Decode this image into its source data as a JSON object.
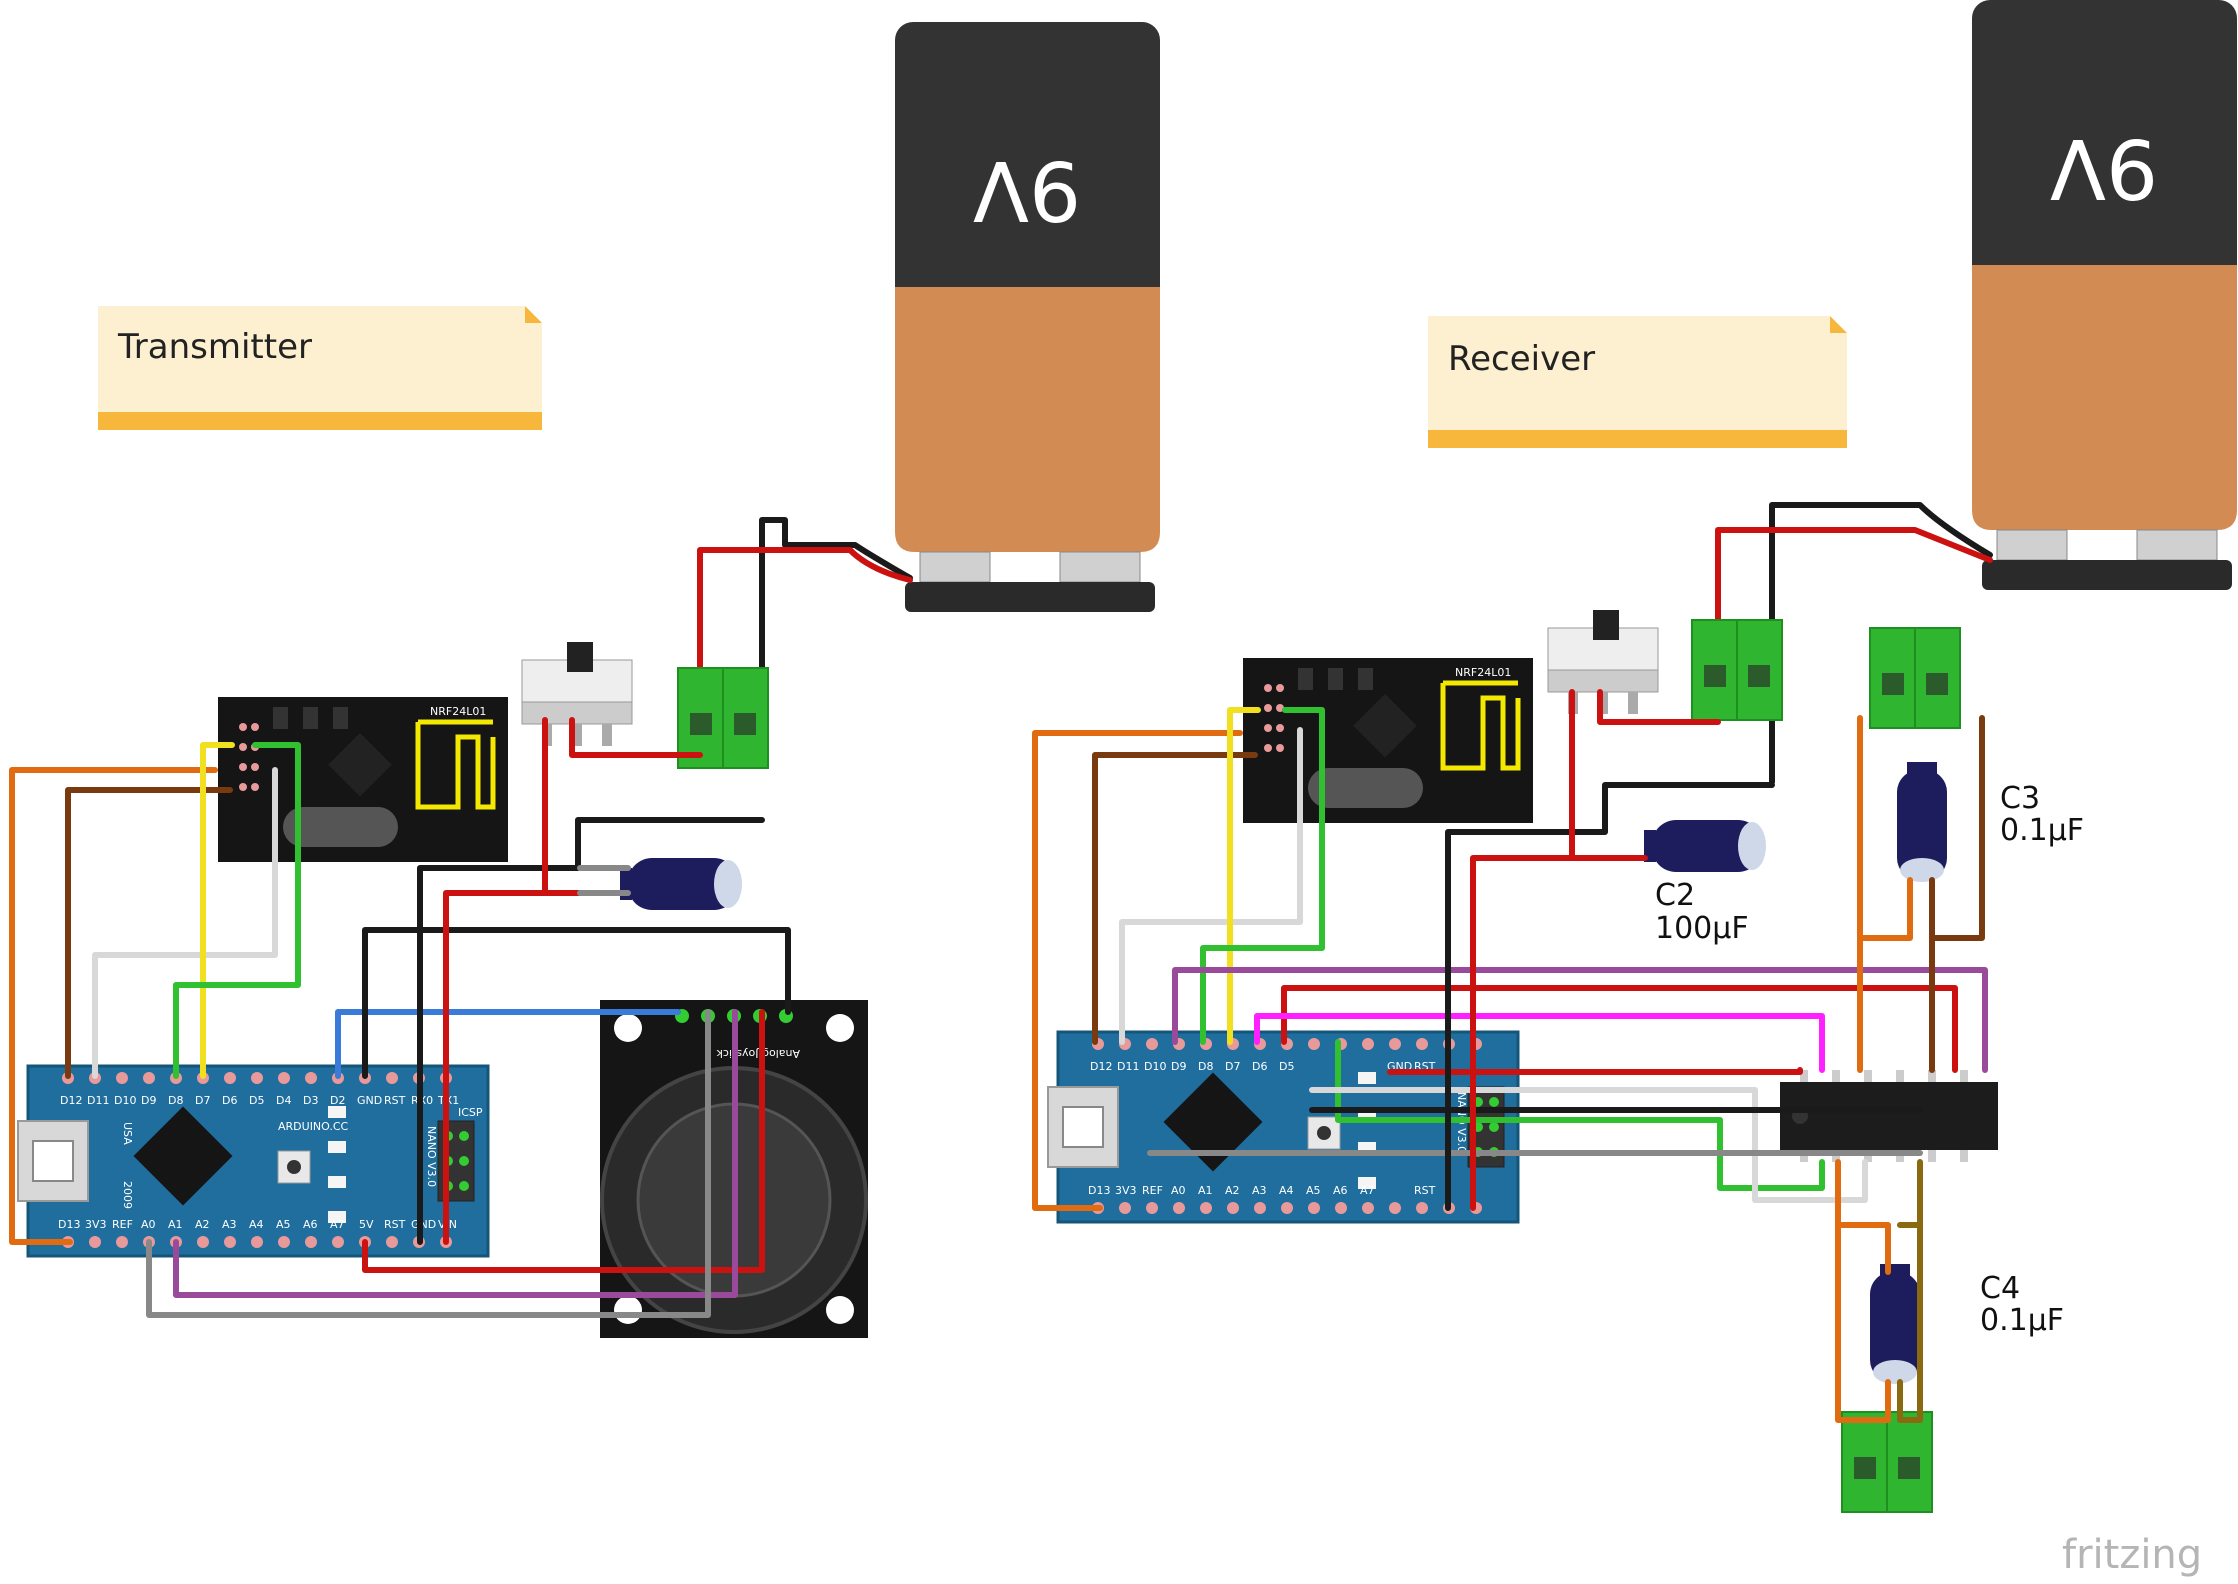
{
  "notes": {
    "transmitter": "Transmitter",
    "receiver": "Receiver"
  },
  "battery": {
    "label": "9V"
  },
  "radio_module": {
    "label": "NRF24L01"
  },
  "joystick": {
    "label": "Analog Joystick"
  },
  "nano": {
    "label": "NANO V3.0",
    "site": "ARDUINO.CC",
    "year": "2009",
    "country": "USA",
    "icsp": "ICSP",
    "top_pins": [
      "D12",
      "D11",
      "D10",
      "D9",
      "D8",
      "D7",
      "D6",
      "D5",
      "D4",
      "D3",
      "D2",
      "GND",
      "RST",
      "RX0",
      "TX1"
    ],
    "bottom_pins": [
      "D13",
      "3V3",
      "REF",
      "A0",
      "A1",
      "A2",
      "A3",
      "A4",
      "A5",
      "A6",
      "A7",
      "5V",
      "RST",
      "GND",
      "VIN"
    ]
  },
  "capacitors": {
    "c2_name": "C2",
    "c2_value": "100µF",
    "c3_name": "C3",
    "c3_value": "0.1µF",
    "c4_name": "C4",
    "c4_value": "0.1µF"
  },
  "brand": "fritzing",
  "colors": {
    "red": "#cc1111",
    "black": "#1a1a1a",
    "orange": "#e06b10",
    "brown": "#7a3a10",
    "yellow": "#f0e020",
    "white": "#d8d8d8",
    "green": "#30c030",
    "blue": "#3a7ad8",
    "purple": "#9a4a9a",
    "gray": "#888888",
    "magenta": "#ff20ff",
    "olive": "#8a6a10",
    "nano_blue": "#1f6e9e",
    "terminal_green": "#2fb52f",
    "note_bg": "#fdf0d0",
    "note_bar": "#f6b73c"
  }
}
